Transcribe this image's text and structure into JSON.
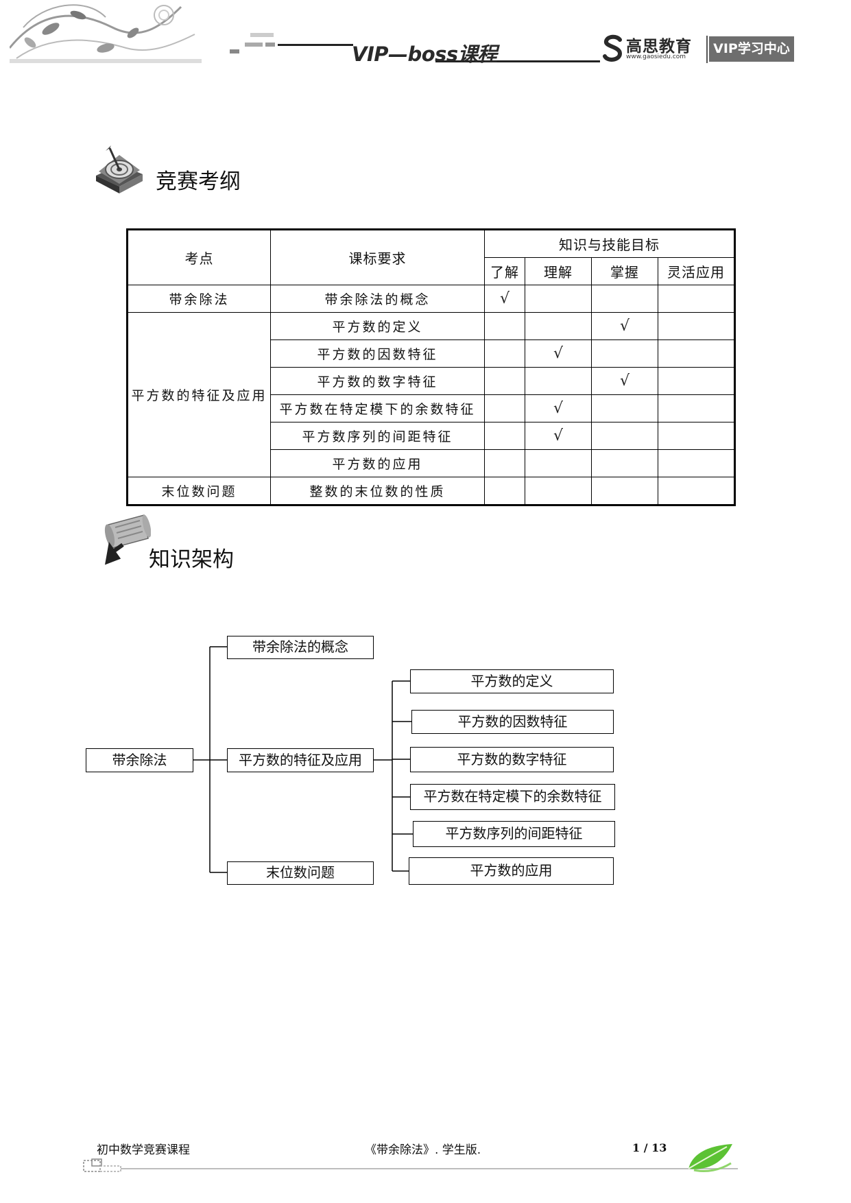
{
  "header": {
    "course_title": "VIP—boss课程",
    "logo_name": "高思教育",
    "logo_url": "www.gaosiedu.com",
    "badge": "VIP学习中心"
  },
  "section_syllabus": {
    "title": "竞赛考纲",
    "icon": "target-book-icon"
  },
  "table": {
    "col_kaodian": "考点",
    "col_requirement": "课标要求",
    "col_goal_group": "知识与技能目标",
    "goal_cols": [
      "了解",
      "理解",
      "掌握",
      "灵活应用"
    ],
    "check_mark": "√",
    "groups": [
      {
        "topic": "带余除法",
        "rows": [
          {
            "requirement": "带余除法的概念",
            "level": 0
          }
        ]
      },
      {
        "topic": "平方数的特征及应用",
        "rows": [
          {
            "requirement": "平方数的定义",
            "level": 2
          },
          {
            "requirement": "平方数的因数特征",
            "level": 1
          },
          {
            "requirement": "平方数的数字特征",
            "level": 2
          },
          {
            "requirement": "平方数在特定模下的余数特征",
            "level": 1
          },
          {
            "requirement": "平方数序列的间距特征",
            "level": 1
          },
          {
            "requirement": "平方数的应用",
            "level": null
          }
        ]
      },
      {
        "topic": "末位数问题",
        "rows": [
          {
            "requirement": "整数的末位数的性质",
            "level": null
          }
        ]
      }
    ]
  },
  "section_framework": {
    "title": "知识架构",
    "icon": "scroll-cursor-icon"
  },
  "tree": {
    "root": "带余除法",
    "level1": [
      "带余除法的概念",
      "平方数的特征及应用",
      "末位数问题"
    ],
    "level2": [
      "平方数的定义",
      "平方数的因数特征",
      "平方数的数字特征",
      "平方数在特定模下的余数特征",
      "平方数序列的间距特征",
      "平方数的应用"
    ]
  },
  "footer": {
    "left": "初中数学竞赛课程",
    "center": "《带余除法》. 学生版.",
    "page": "1 / 13",
    "leaf_icon": "green-leaf-icon"
  }
}
